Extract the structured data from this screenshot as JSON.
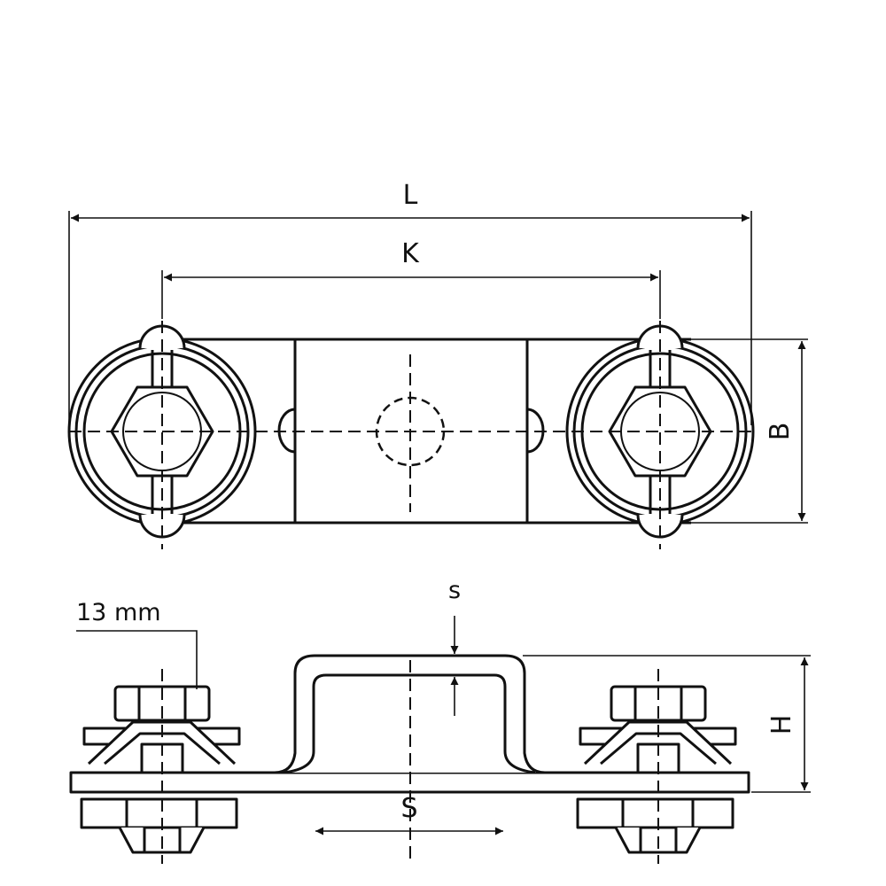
{
  "colors": {
    "line": "#111111",
    "background": "#ffffff"
  },
  "labels": {
    "L": "L",
    "K": "K",
    "B": "B",
    "s": "s",
    "H": "H",
    "S": "S",
    "wrench": "13 mm"
  }
}
